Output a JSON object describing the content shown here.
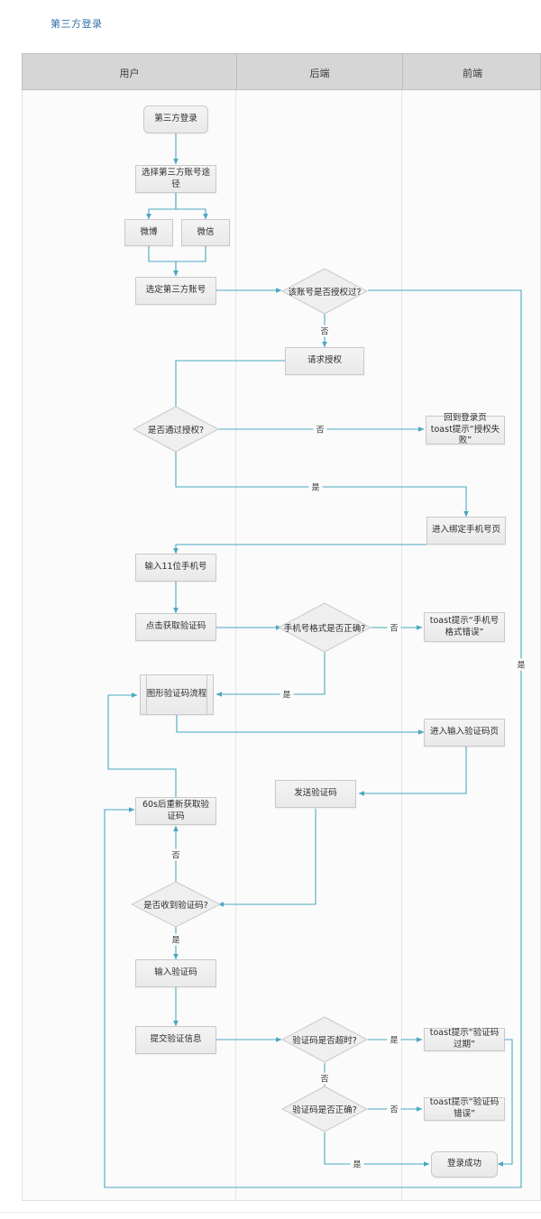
{
  "title": "第三方登录",
  "lanes": [
    {
      "name": "用户"
    },
    {
      "name": "后端"
    },
    {
      "name": "前端"
    }
  ],
  "nodes": {
    "start": "第三方登录",
    "choose_path": "选择第三方账号途径",
    "weibo": "微博",
    "weixin": "微信",
    "selected_account": "选定第三方账号",
    "is_authorized": "该账号是否授权过?",
    "request_auth": "请求授权",
    "pass_auth": "是否通过授权?",
    "back_to_login": "回到登录页\ntoast提示“授权失败”",
    "bind_phone_page": "进入绑定手机号页",
    "input_phone": "输入11位手机号",
    "click_get_code": "点击获取验证码",
    "phone_format_ok": "手机号格式是否正确?",
    "toast_phone_err": "toast提示“手机号格式错误”",
    "captcha_flow": "图形验证码流程",
    "code_input_page": "进入输入验证码页",
    "send_code": "发送验证码",
    "resend_60s": "60s后重新获取验证码",
    "got_code": "是否收到验证码?",
    "input_code": "输入验证码",
    "submit_info": "提交验证信息",
    "code_timeout": "验证码是否超时?",
    "toast_code_exp": "toast提示“验证码过期”",
    "code_correct": "验证码是否正确?",
    "toast_code_err": "toast提示“验证码错误”",
    "login_success": "登录成功"
  },
  "edge_labels": {
    "is_authorized_no": "否",
    "is_authorized_yes": "是",
    "pass_auth_no": "否",
    "pass_auth_yes": "是",
    "phone_format_no": "否",
    "phone_format_yes": "是",
    "got_code_no": "否",
    "got_code_yes": "是",
    "timeout_yes": "是",
    "timeout_no": "否",
    "correct_no": "否",
    "correct_yes": "是"
  },
  "colors": {
    "title": "#2f6fa8",
    "connector": "#4aa8c0",
    "node_border": "#c9c9c9",
    "node_fill": "#efefef",
    "lane_header": "#d6d6d6",
    "lane_body": "#fbfbfb"
  }
}
